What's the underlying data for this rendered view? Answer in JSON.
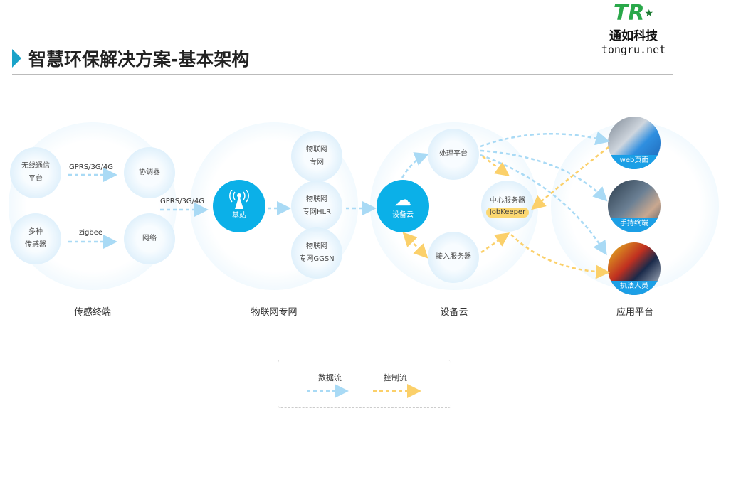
{
  "header": {
    "title": "智慧环保解决方案-基本架构",
    "logo_mark": "TR",
    "logo_cn": "通如科技",
    "logo_en": "tongru.net"
  },
  "groups": {
    "sensor": "传感终端",
    "iot": "物联网专网",
    "cloud": "设备云",
    "app": "应用平台"
  },
  "sensor": {
    "wireless": [
      "无线通信",
      "平台"
    ],
    "sensors": [
      "多种",
      "传感器"
    ],
    "coordinator": "协调器",
    "network": "网络",
    "link1": "GPRS/3G/4G",
    "link2": "zigbee"
  },
  "iot": {
    "link": "GPRS/3G/4G",
    "base": "基站",
    "n1": [
      "物联网",
      "专网"
    ],
    "n2": [
      "物联网",
      "专网HLR"
    ],
    "n3": [
      "物联网",
      "专网GGSN"
    ]
  },
  "cloud": {
    "cloud": "设备云",
    "process": "处理平台",
    "access": "接入服务器",
    "center": "中心服务器",
    "jobkeeper": "JobKeeper"
  },
  "app": {
    "web": "web页面",
    "handheld": "手持终端",
    "officer": "执法人员"
  },
  "legend": {
    "data": "数据流",
    "control": "控制流"
  },
  "colors": {
    "accent": "#0bb0e8",
    "data_flow": "#a9daf5",
    "control_flow": "#fbd06a"
  }
}
